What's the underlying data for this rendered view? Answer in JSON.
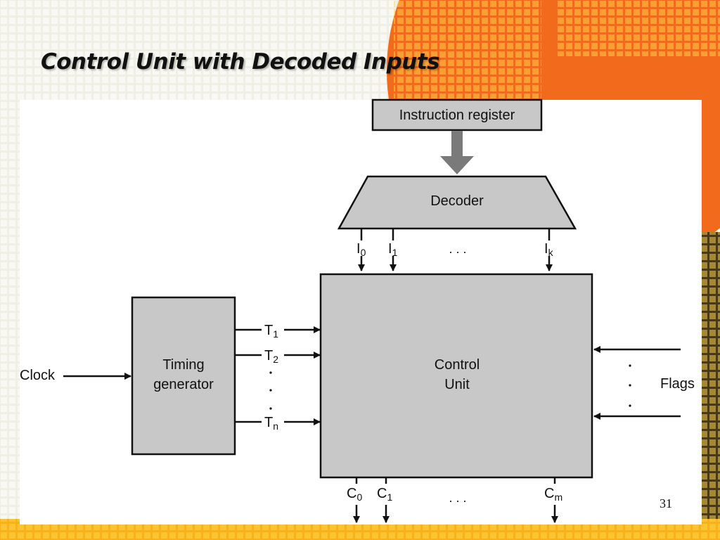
{
  "slide": {
    "title": "Control Unit with Decoded Inputs",
    "page_number": "31"
  },
  "diagram": {
    "instruction_register": "Instruction register",
    "decoder": "Decoder",
    "decoder_outputs": [
      {
        "base": "I",
        "sub": "0"
      },
      {
        "base": "I",
        "sub": "1"
      },
      {
        "base": "I",
        "sub": "k"
      }
    ],
    "decoder_ellipsis": ". . .",
    "timing_generator": [
      "Timing",
      "generator"
    ],
    "clock": "Clock",
    "timing_outputs": [
      {
        "base": "T",
        "sub": "1"
      },
      {
        "base": "T",
        "sub": "2"
      },
      {
        "base": "T",
        "sub": "n"
      }
    ],
    "control_unit": [
      "Control",
      "Unit"
    ],
    "flags": "Flags",
    "control_outputs": [
      {
        "base": "C",
        "sub": "0"
      },
      {
        "base": "C",
        "sub": "1"
      },
      {
        "base": "C",
        "sub": "m"
      }
    ],
    "control_ellipsis": ". . ."
  },
  "colors": {
    "background": "#f2f2ea",
    "box_fill": "#c8c8c8",
    "accent_orange": "#f26a1b",
    "accent_yellow": "#f7b21b"
  }
}
